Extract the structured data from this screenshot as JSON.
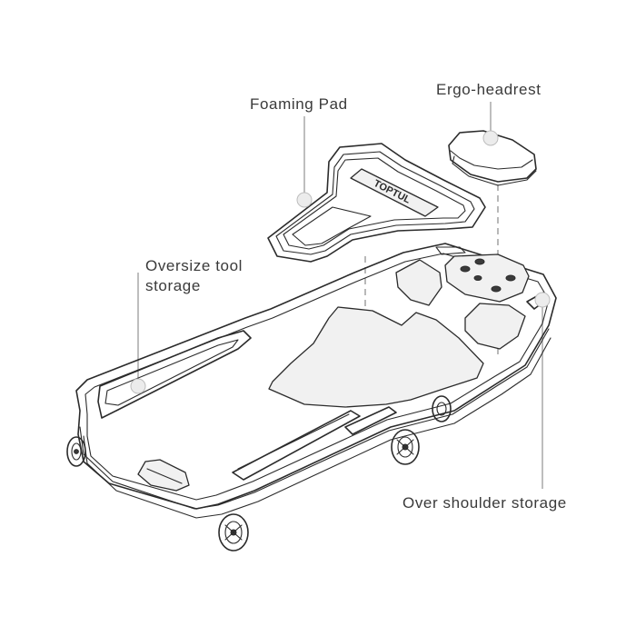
{
  "labels": {
    "foaming_pad": "Foaming Pad",
    "ergo_headrest": "Ergo-headrest",
    "oversize_tool_storage_line1": "Oversize tool",
    "oversize_tool_storage_line2": "storage",
    "over_shoulder_storage": "Over shoulder storage"
  },
  "logo_text": "TOPTUL"
}
